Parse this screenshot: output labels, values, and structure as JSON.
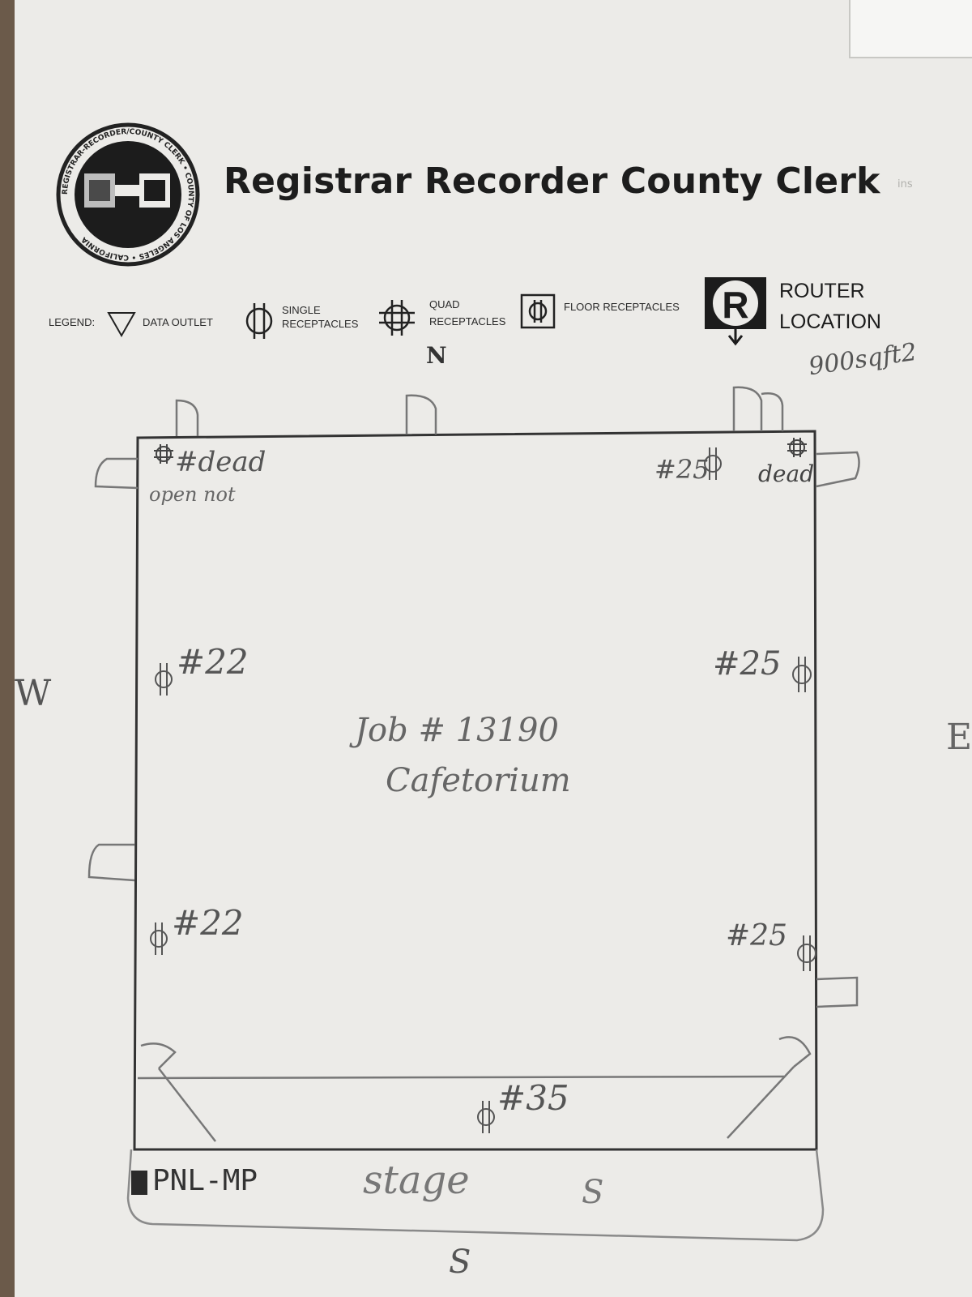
{
  "header": {
    "title": "Registrar Recorder County Clerk",
    "seal_text": "REGISTRAR-RECORDER/COUNTY CLERK • COUNTY OF LOS ANGELES • CALIFORNIA",
    "faint_mark": "ins"
  },
  "legend": {
    "label": "LEGEND:",
    "items": [
      {
        "icon": "triangle-down-icon",
        "label": "DATA OUTLET"
      },
      {
        "icon": "single-receptacle-icon",
        "label_line1": "SINGLE",
        "label_line2": "RECEPTACLES"
      },
      {
        "icon": "quad-receptacle-icon",
        "label_line1": "QUAD",
        "label_line2": "RECEPTACLES"
      },
      {
        "icon": "floor-receptacle-icon",
        "label": "FLOOR RECEPTACLES"
      }
    ],
    "router": {
      "icon": "router-r-icon",
      "glyph": "R",
      "label_line1": "ROUTER",
      "label_line2": "LOCATION"
    }
  },
  "annotations": {
    "area": "900sqft2",
    "north_top": "N",
    "west": "W",
    "east": "E",
    "south_bottom": "S",
    "south_inner": "S",
    "top_left_dead": "#dead",
    "top_left_note": "open not",
    "top_right_25": "#25",
    "top_right_dead": "dead",
    "left_upper": "#22",
    "left_lower": "#22",
    "right_middle": "#25",
    "right_lower": "#25",
    "bottom_center": "#35",
    "panel": "PNL-MP",
    "stage": "stage",
    "job_line1": "Job # 13190",
    "job_line2": "Cafetorium"
  }
}
